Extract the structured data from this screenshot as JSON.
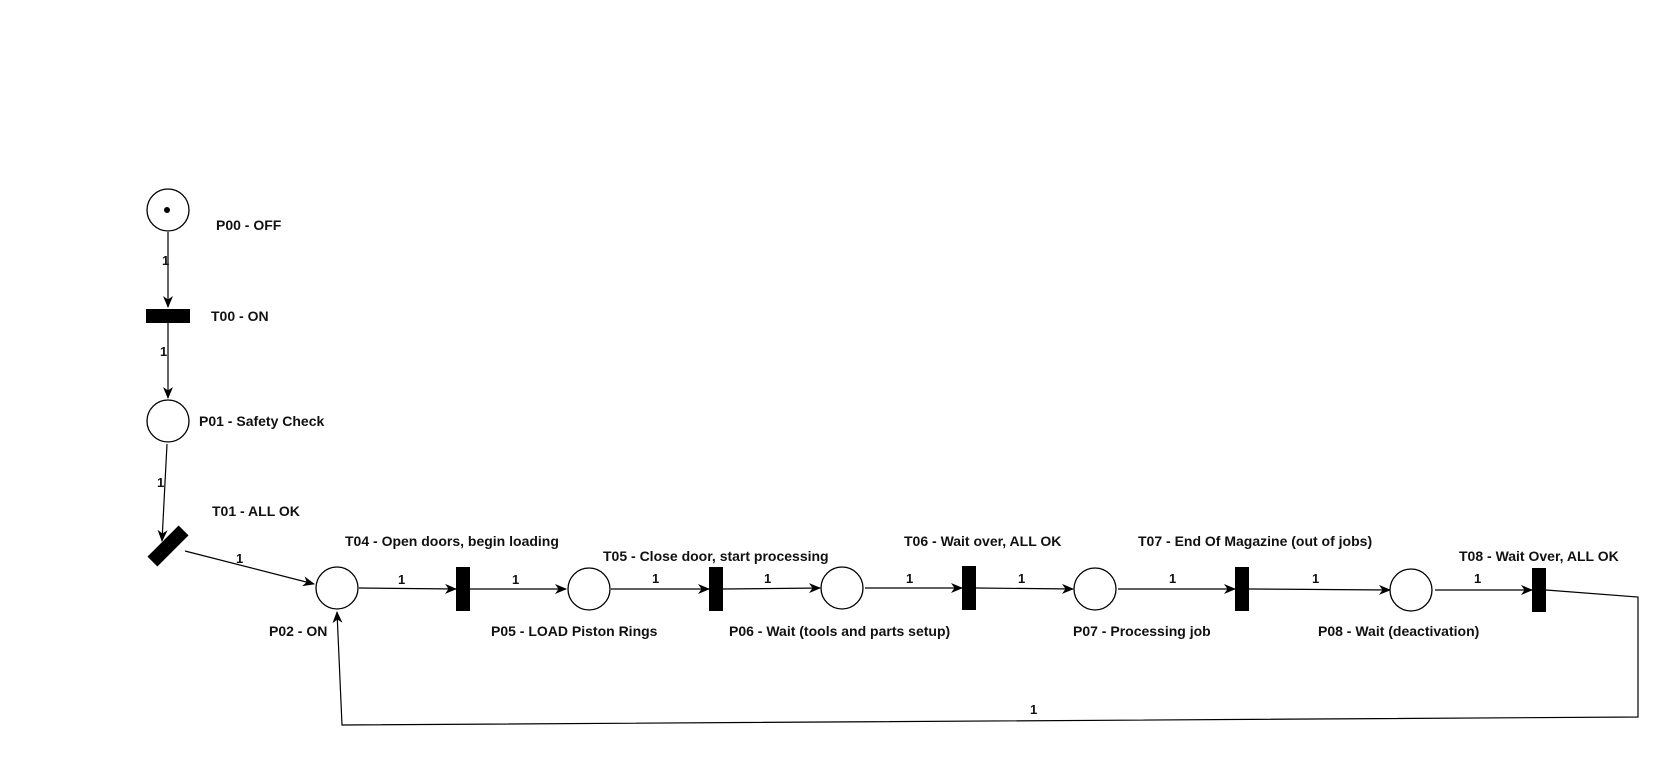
{
  "diagram": {
    "places": [
      {
        "id": "P00",
        "label": "P00 - OFF",
        "tokens": 1
      },
      {
        "id": "P01",
        "label": "P01 - Safety Check",
        "tokens": 0
      },
      {
        "id": "P02",
        "label": "P02 - ON",
        "tokens": 0
      },
      {
        "id": "P05",
        "label": "P05 - LOAD Piston Rings",
        "tokens": 0
      },
      {
        "id": "P06",
        "label": "P06 - Wait (tools and parts setup)",
        "tokens": 0
      },
      {
        "id": "P07",
        "label": "P07 - Processing job",
        "tokens": 0
      },
      {
        "id": "P08",
        "label": "P08 - Wait (deactivation)",
        "tokens": 0
      }
    ],
    "transitions": [
      {
        "id": "T00",
        "label": "T00 - ON"
      },
      {
        "id": "T01",
        "label": "T01 - ALL OK"
      },
      {
        "id": "T04",
        "label": "T04 - Open doors, begin loading"
      },
      {
        "id": "T05",
        "label": "T05 - Close door, start processing"
      },
      {
        "id": "T06",
        "label": "T06 - Wait over, ALL OK"
      },
      {
        "id": "T07",
        "label": "T07 - End Of Magazine (out of jobs)"
      },
      {
        "id": "T08",
        "label": "T08 - Wait Over, ALL OK"
      }
    ],
    "arcs": [
      {
        "from": "P00",
        "to": "T00",
        "weight": "1"
      },
      {
        "from": "T00",
        "to": "P01",
        "weight": "1"
      },
      {
        "from": "P01",
        "to": "T01",
        "weight": "1"
      },
      {
        "from": "T01",
        "to": "P02",
        "weight": "1"
      },
      {
        "from": "P02",
        "to": "T04",
        "weight": "1"
      },
      {
        "from": "T04",
        "to": "P05",
        "weight": "1"
      },
      {
        "from": "P05",
        "to": "T05",
        "weight": "1"
      },
      {
        "from": "T05",
        "to": "P06",
        "weight": "1"
      },
      {
        "from": "P06",
        "to": "T06",
        "weight": "1"
      },
      {
        "from": "T06",
        "to": "P07",
        "weight": "1"
      },
      {
        "from": "P07",
        "to": "T07",
        "weight": "1"
      },
      {
        "from": "T07",
        "to": "P08",
        "weight": "1"
      },
      {
        "from": "P08",
        "to": "T08",
        "weight": "1"
      },
      {
        "from": "T08",
        "to": "P02",
        "weight": "1"
      }
    ]
  }
}
